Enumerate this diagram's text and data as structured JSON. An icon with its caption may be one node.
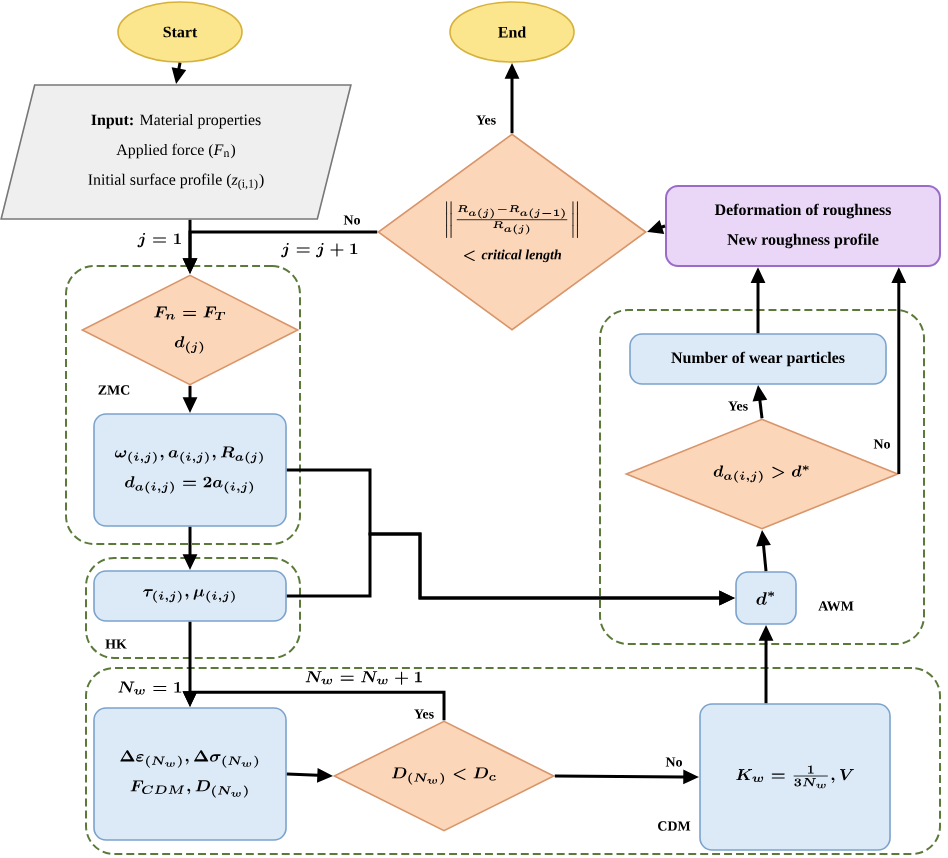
{
  "diagram": {
    "nodes": [
      {
        "text": [
          "Start"
        ]
      },
      {
        "text": [
          "**Input:** Material properties",
          "Applied force (*F*$_{n}$)",
          "Initial surface profile (*z*$_{(i,1)}$)"
        ]
      },
      {
        "text": [
          "End"
        ]
      },
      {
        "text": [
          "\\left\\| \\frac{R_{a(j)}-R_{a(j-1)}}{R_{a(j)}} \\right\\|",
          "< \\mathit{critical\\ length}"
        ]
      },
      {
        "text": [
          "Deformation of roughness",
          "New roughness profile"
        ]
      },
      {
        "text": [
          "ZMC"
        ]
      },
      {
        "text": [
          "F_n = F_T",
          "d_{(j)}"
        ],
        "in": 5
      },
      {
        "text": [
          "\\omega_{(i,j)}, a_{(i,j)}, R_{a(j)}",
          "d_{a(i,j)} = 2a_{(i,j)}"
        ],
        "in": 5
      },
      {
        "text": [
          "HK"
        ]
      },
      {
        "text": [
          "\\tau_{(i,j)}, \\mu_{(i,j)}"
        ],
        "in": 8
      },
      {
        "text": [
          "CDM"
        ]
      },
      {
        "text": [
          "\\Delta\\varepsilon_{(N_w)}, \\Delta\\sigma_{(N_w)}",
          "F_{CDM}, D_{(N_w)}"
        ],
        "in": 10
      },
      {
        "text": [
          "D_{(N_w)} < D_c"
        ],
        "in": 10
      },
      {
        "text": [
          "K_w = \\frac{1}{3N_w}, V"
        ],
        "in": 10
      },
      {
        "text": [
          "AWM"
        ]
      },
      {
        "text": [
          "Number of wear particles"
        ],
        "in": 14
      },
      {
        "text": [
          "d_{a(i,j)} > d^{*}"
        ],
        "in": 14
      },
      {
        "text": [
          "d^{*}"
        ],
        "in": 14
      }
    ],
    "edges": [
      {
        "from": 0,
        "to": 1,
        "arrow": "to"
      },
      {
        "from": 1,
        "to": 6,
        "arrow": "to"
      },
      {
        "from": 3,
        "to": 6,
        "arrow": "to",
        "label": "No"
      },
      {
        "from": 3,
        "to": 2,
        "arrow": "to",
        "label": "Yes"
      },
      {
        "from": 4,
        "to": 3,
        "arrow": "to"
      },
      {
        "from": 6,
        "to": 7,
        "arrow": "to"
      },
      {
        "from": 7,
        "to": 9,
        "arrow": "to"
      },
      {
        "from": 7,
        "to": 17,
        "arrow": "to"
      },
      {
        "from": 9,
        "to": 17,
        "arrow": "to"
      },
      {
        "from": 9,
        "to": 11,
        "arrow": "to"
      },
      {
        "from": 11,
        "to": 12,
        "arrow": "to"
      },
      {
        "from": 12,
        "to": 11,
        "arrow": "to",
        "label": "Yes"
      },
      {
        "from": 12,
        "to": 13,
        "arrow": "to",
        "label": "No"
      },
      {
        "from": 13,
        "to": 17,
        "arrow": "to"
      },
      {
        "from": 17,
        "to": 16,
        "arrow": "to"
      },
      {
        "from": 16,
        "to": 15,
        "arrow": "to",
        "label": "Yes"
      },
      {
        "from": 16,
        "to": 4,
        "arrow": "to",
        "label": "No"
      },
      {
        "from": 15,
        "to": 4,
        "arrow": "to"
      }
    ],
    "labels": [
      "j = 1",
      "j = j + 1",
      "N_w = 1",
      "N_w = N_w + 1"
    ]
  }
}
